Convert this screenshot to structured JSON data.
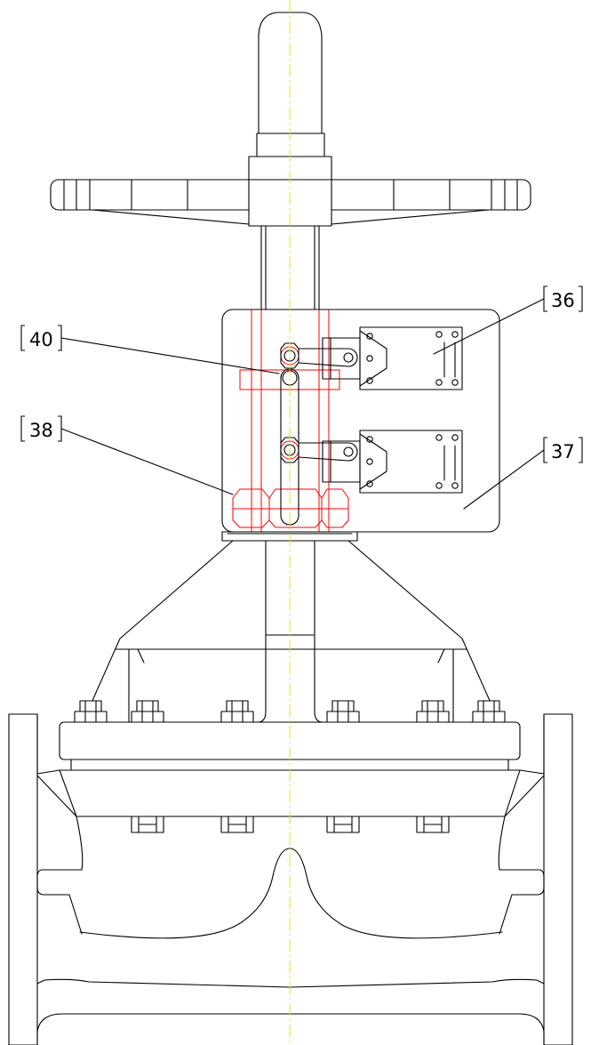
{
  "drawing": {
    "colors": {
      "outline": "#000000",
      "hidden_parts": "#ff0000",
      "centerline": "#ffff00",
      "background": "#ffffff"
    },
    "callouts": [
      {
        "id": "36",
        "text": "36"
      },
      {
        "id": "37",
        "text": "37"
      },
      {
        "id": "38",
        "text": "38"
      },
      {
        "id": "40",
        "text": "40"
      }
    ]
  }
}
